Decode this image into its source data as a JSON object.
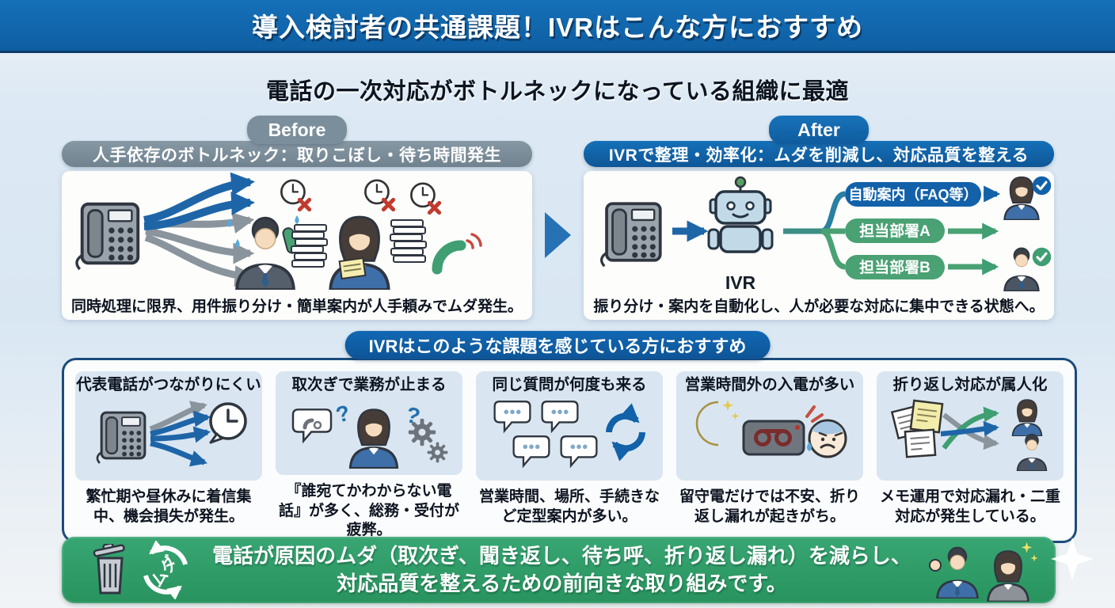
{
  "header": {
    "title": "導入検討者の共通課題！IVRはこんな方におすすめ"
  },
  "subtitle": "電話の一次対応がボトルネックになっている組織に最適",
  "before": {
    "tab": "Before",
    "bar": "人手依存のボトルネック：取りこぼし・待ち時間発生",
    "caption": "同時処理に限界、用件振り分け・簡単案内が人手頼みでムダ発生。"
  },
  "after": {
    "tab": "After",
    "bar": "IVRで整理・効率化：ムダを削減し、対応品質を整える",
    "ivr_label": "IVR",
    "branches": [
      {
        "label": "自動案内（FAQ等）",
        "color": "#1261a9"
      },
      {
        "label": "担当部署A",
        "color": "#4aa173"
      },
      {
        "label": "担当部署B",
        "color": "#4aa173"
      }
    ],
    "caption": "振り分け・案内を自動化し、人が必要な対応に集中できる状態へ。"
  },
  "challenges": {
    "header": "IVRはこのような課題を感じている方におすすめ",
    "cards": [
      {
        "title": "代表電話がつながりにくい",
        "caption": "繁忙期や昼休みに着信集中、機会損失が発生。",
        "icon": "phone-fanout-icon"
      },
      {
        "title": "取次ぎで業務が止まる",
        "caption": "『誰宛てかわからない電話』が多く、総務・受付が疲弊。",
        "icon": "confused-receptionist-icon"
      },
      {
        "title": "同じ質問が何度も来る",
        "caption": "営業時間、場所、手続きなど定型案内が多い。",
        "icon": "repeat-questions-icon"
      },
      {
        "title": "営業時間外の入電が多い",
        "caption": "留守電だけでは不安、折り返し漏れが起きがち。",
        "icon": "after-hours-icon"
      },
      {
        "title": "折り返し対応が属人化",
        "caption": "メモ運用で対応漏れ・二重対応が発生している。",
        "icon": "memo-chaos-icon"
      }
    ]
  },
  "footer": {
    "muda_label": "ムダ",
    "line1": "電話が原因のムダ（取次ぎ、聞き返し、待ち呼、折り返し漏れ）を減らし、",
    "line2": "対応品質を整えるための前向きな取り組みです。"
  },
  "glyphs": {
    "question_mark": "?"
  },
  "icons": {
    "desk-phone-icon": "gray desk phone with keypad",
    "clock-missed-icon": "clock with red x",
    "ringing-phone-icon": "green handset with red waves",
    "robot-icon": "light blue IVR robot",
    "check-icon": "circle with white check",
    "speech-bubble-icon": "bubble with dots",
    "refresh-icon": "circular blue arrows",
    "moon-icon": "crescent moon with stars",
    "answering-machine-icon": "cassette recorder",
    "worried-face-icon": "anxious face with sweat drop",
    "gear-icon": "gray cog",
    "memo-notes-icon": "scattered sticky notes",
    "trash-icon": "trash can",
    "recycle-icon": "circular white arrows",
    "sparkle-icon": "four point star"
  },
  "colors": {
    "header_blue": "#1062a9",
    "before_gray": "#7b8e9c",
    "after_blue": "#1161a9",
    "accent_green": "#2f9e68",
    "card_bg": "#d9e6f1",
    "check_blue": "#1261a9",
    "check_green": "#3f9e72"
  }
}
